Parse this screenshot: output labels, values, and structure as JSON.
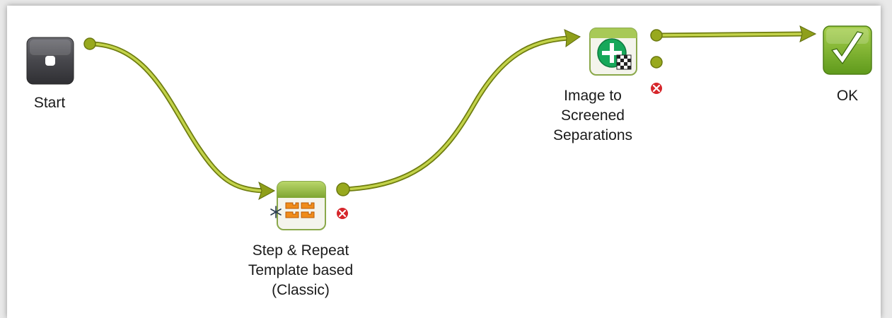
{
  "workflow": {
    "nodes": [
      {
        "id": "start",
        "label": "Start",
        "icon": "start-square-icon"
      },
      {
        "id": "step-repeat",
        "label_lines": [
          "Step & Repeat",
          "Template based",
          "(Classic)"
        ],
        "icon": "step-repeat-icon"
      },
      {
        "id": "screened-separations",
        "label_lines": [
          "Image to",
          "Screened",
          "Separations"
        ],
        "icon": "screening-icon"
      },
      {
        "id": "ok",
        "label": "OK",
        "icon": "checkmark-icon"
      }
    ],
    "connections": [
      {
        "from": "start",
        "to": "step-repeat"
      },
      {
        "from": "step-repeat",
        "to": "screened-separations"
      },
      {
        "from": "screened-separations",
        "to": "ok"
      }
    ],
    "colors": {
      "wire": "#9aab1e",
      "wire_dark": "#6f7d10",
      "connector": "#8f9f1a",
      "error": "#d6262b",
      "task_green": "#8fba3a",
      "start_gray": "#4a4a4e"
    }
  }
}
